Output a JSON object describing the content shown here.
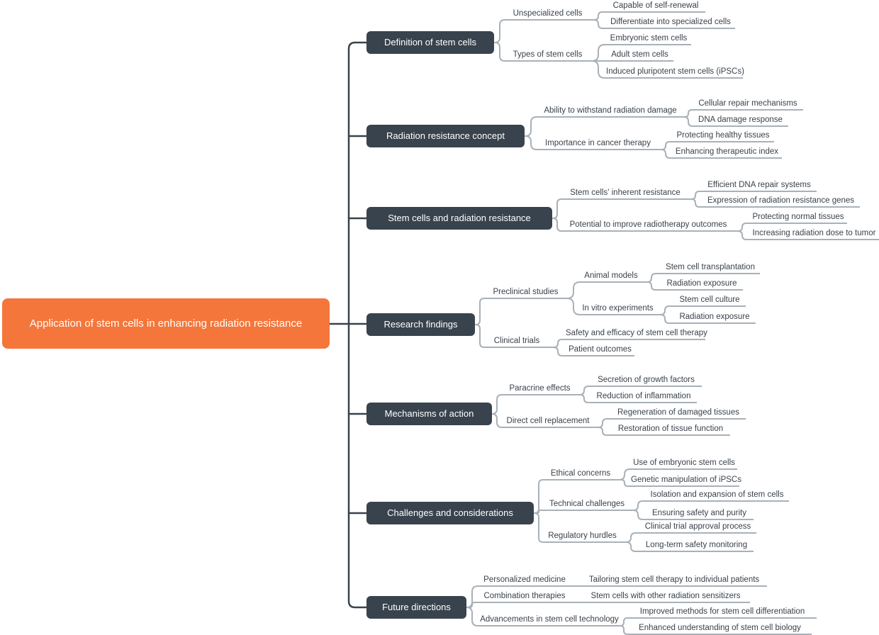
{
  "palette": {
    "root_bg": "#F4763B",
    "node_bg": "#39434D",
    "node_text": "#FFFFFF",
    "line": "#A8B1B8",
    "text": "#3A424B",
    "spine": "#39434D"
  },
  "root": {
    "label": "Application of stem cells in enhancing radiation resistance"
  },
  "sections": [
    {
      "label": "Definition of stem cells",
      "children": [
        {
          "label": "Unspecialized cells",
          "children": [
            {
              "label": "Capable of self-renewal"
            },
            {
              "label": "Differentiate into specialized cells"
            }
          ]
        },
        {
          "label": "Types of stem cells",
          "children": [
            {
              "label": "Embryonic stem cells"
            },
            {
              "label": "Adult stem cells"
            },
            {
              "label": "Induced pluripotent stem cells (iPSCs)"
            }
          ]
        }
      ]
    },
    {
      "label": "Radiation resistance concept",
      "children": [
        {
          "label": "Ability to withstand radiation damage",
          "children": [
            {
              "label": "Cellular repair mechanisms"
            },
            {
              "label": "DNA damage response"
            }
          ]
        },
        {
          "label": "Importance in cancer therapy",
          "children": [
            {
              "label": "Protecting healthy tissues"
            },
            {
              "label": "Enhancing therapeutic index"
            }
          ]
        }
      ]
    },
    {
      "label": "Stem cells and radiation resistance",
      "children": [
        {
          "label": "Stem cells' inherent resistance",
          "children": [
            {
              "label": "Efficient DNA repair systems"
            },
            {
              "label": "Expression of radiation resistance genes"
            }
          ]
        },
        {
          "label": "Potential to improve radiotherapy outcomes",
          "children": [
            {
              "label": "Protecting normal tissues"
            },
            {
              "label": "Increasing radiation dose to tumor"
            }
          ]
        }
      ]
    },
    {
      "label": "Research findings",
      "children": [
        {
          "label": "Preclinical studies",
          "children": [
            {
              "label": "Animal models",
              "children": [
                {
                  "label": "Stem cell transplantation"
                },
                {
                  "label": "Radiation exposure"
                }
              ]
            },
            {
              "label": "In vitro experiments",
              "children": [
                {
                  "label": "Stem cell culture"
                },
                {
                  "label": "Radiation exposure"
                }
              ]
            }
          ]
        },
        {
          "label": "Clinical trials",
          "children": [
            {
              "label": "Safety and efficacy of stem cell therapy"
            },
            {
              "label": "Patient outcomes"
            }
          ]
        }
      ]
    },
    {
      "label": "Mechanisms of action",
      "children": [
        {
          "label": "Paracrine effects",
          "children": [
            {
              "label": "Secretion of growth factors"
            },
            {
              "label": "Reduction of inflammation"
            }
          ]
        },
        {
          "label": "Direct cell replacement",
          "children": [
            {
              "label": "Regeneration of damaged tissues"
            },
            {
              "label": "Restoration of tissue function"
            }
          ]
        }
      ]
    },
    {
      "label": "Challenges and considerations",
      "children": [
        {
          "label": "Ethical concerns",
          "children": [
            {
              "label": "Use of embryonic stem cells"
            },
            {
              "label": "Genetic manipulation of iPSCs"
            }
          ]
        },
        {
          "label": "Technical challenges",
          "children": [
            {
              "label": "Isolation and expansion of stem cells"
            },
            {
              "label": "Ensuring safety and purity"
            }
          ]
        },
        {
          "label": "Regulatory hurdles",
          "children": [
            {
              "label": "Clinical trial approval process"
            },
            {
              "label": "Long-term safety monitoring"
            }
          ]
        }
      ]
    },
    {
      "label": "Future directions",
      "children": [
        {
          "label": "Personalized medicine",
          "children": [
            {
              "label": "Tailoring stem cell therapy to individual patients"
            }
          ]
        },
        {
          "label": "Combination therapies",
          "children": [
            {
              "label": "Stem cells with other radiation sensitizers"
            }
          ]
        },
        {
          "label": "Advancements in stem cell technology",
          "children": [
            {
              "label": "Improved methods for stem cell differentiation"
            },
            {
              "label": "Enhanced understanding of stem cell biology"
            }
          ]
        }
      ]
    }
  ]
}
